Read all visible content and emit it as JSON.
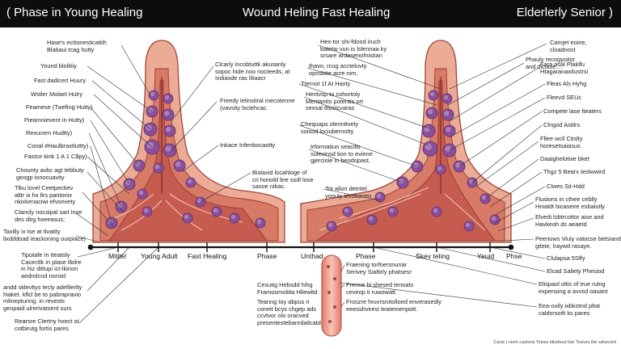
{
  "header": {
    "left": "( Phase in Young Healing",
    "center": "Wound Heling Fast Healing",
    "right": "Elderlerly Senior  )"
  },
  "left_labels": [
    "Hase's ecttonesticattih\nBlatiaui tcag hutty",
    "Yound blolitiiy",
    "Fast dadicerl Huury",
    "Wstler Molael Hulry",
    "Feamese (Twefing Hutty)",
    "Pieamnievent in Hutty)",
    "Rexucem Hudtty)",
    "Conal  #Haulbraxtluttty)",
    "Fastce kink 1 A 1 C$py)",
    "Chounty avbc agt tebbuty\ngeogp txnocuavity",
    "Tlku lovel Ceetpectiev\nalttr ix hx llrs pantonix\nnkixkenaciwi efvorivety",
    "Clancly nocsipal sart lnxe\ndes dirg hxeeasus;",
    "Taxilly ix tse at tlvatity\nlixdddoad ieackoning ourpiace)",
    "Tipotafe In Iteatoly\nCacectlk in plase llkilre\nin hiz dittupi ict-lkinon\naedrolcnd noroid",
    "andd sklevltys tecly adefilerlty\nhiaket. kflcl be to pabrapravio\nmlinepturing. in revests\ngeopaid ulrerivatsent surs",
    "Rearsre Clertny hxect ot\ncotbirutg fortis pares"
  ],
  "center_left_labels": [
    "Clcarly incobtuttk akusanly\nsopoc hide noo nocteeds, at\nIxdiaxde ras liliaacr",
    "Freedy lelinsitral mecotenne\n(vavsity lxclehcac.",
    "Inkace Infenbocaotty",
    "Bislaxid locahloge of\ncri honold bre ssdl lose\nsasoe nikac."
  ],
  "center_right_labels": [
    "Hex-tor shi-fdood iruch\nbatetw vun is lslennaa ky\nsrsare ardasenofnistian",
    "Ihavo, rcug accteluvty\nopnsbite acre nim,",
    "Tternot 1f AI Haxty",
    "Hentvsp to cohortoly\nMentantts potentis ort\nsexsal ttiostcvaras",
    "Chequaps olerinttvely\nsoisod lociubernotty",
    "Irformatiun seacilis\nsoievinsd tion to eviene\ngjercioie in beodopast.",
    "Tot allori detritel\nyoouly levsturcen"
  ],
  "right_labels": [
    "Camjet eoine,\ncloadnost",
    "Phauly recogyoitor\nand diciase....",
    "Fara asal Plaklfu\nHtagaranaxilustrsi",
    "Fleas Als Hyhg",
    "Fleevd SEUc",
    "Compete lase lteaters",
    "Clngod Astilrs",
    "Fllee wcll Ctislty\nhoresetsaiasus",
    "Daaighelotixe bket",
    "Thgz 5 Bearx Ieslwwird",
    "Clwes Sit-Hdd",
    "Flusions in cthee ceblly\nHnialdt bicaseire esbalutly",
    "Elvedi lsbtrcottor aise and\nHavkeoh ds aeaetd",
    "Peeriows Viuiy vatocse betsiand\ngiteie, lraywd rasaye.",
    "Clulapsa 5Sffy",
    "Elcad Saliety Phesiod",
    "Elispaol oltis of true rulng\nexpensing a avvsd oasant",
    "Eea-oxily ixbkotnd pltat\ncaldsrsoift ks pares"
  ],
  "lower_center_labels": [
    "Fraening torfoersnunar\nSerivey Sialtirly phatsesr",
    "Frenne bi shesed tenoats\nceveop ti ruwowatt",
    "Froszre hruvrsrotolloed enverasedly\neeesshviresi teatemenpott.",
    "Cesutig Hebsdd hihg\nFramosmoliita Hllewitd",
    "Teanng toy abpus ri\nconeit bcys chgep ads\nccvtvor olo oracved\npresentestebanrdailcatd"
  ],
  "axis_labels": [
    "Mitite!",
    "Young Adult",
    "Fast Healing",
    "Phase",
    "Unthad",
    "Phase",
    "Skev teling",
    "Yeuid",
    "Phse"
  ],
  "footer": "Canic l rsoin caotons Tiisias idkebout lise Teslurs the sdnecied",
  "colors": {
    "tissue_outer": "#e9a189",
    "tissue_band": "#d9725e",
    "tissue_inner": "#c85a4f",
    "cell": "#8a4f9a",
    "cell_light": "#b48bc1",
    "background": "#ffffff",
    "header_bg": "#0d0d0d"
  }
}
